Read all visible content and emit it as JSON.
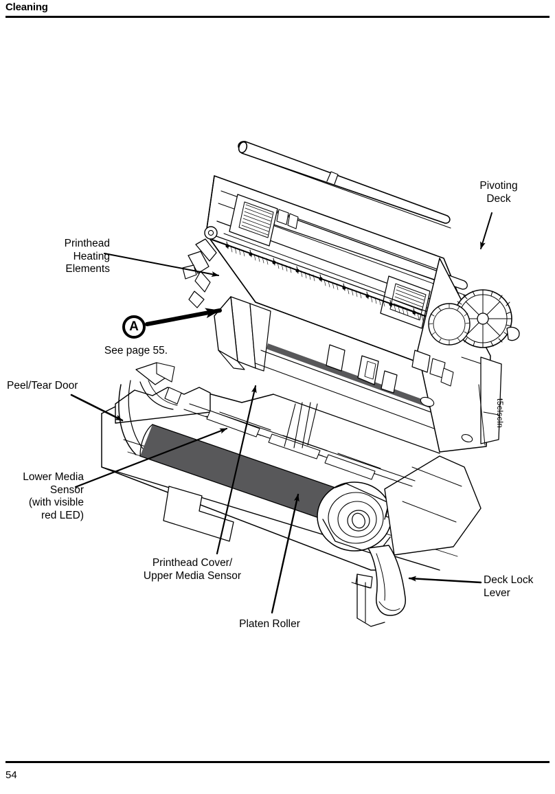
{
  "header": {
    "title": "Cleaning"
  },
  "footer": {
    "page_number": "54"
  },
  "figure": {
    "figure_id": "t5clscln",
    "marker": {
      "letter": "A",
      "caption": "See page 55."
    },
    "callouts": [
      {
        "id": "printhead-heating-elements",
        "text": "Printhead\nHeating\nElements",
        "align": "right"
      },
      {
        "id": "pivoting-deck",
        "text": "Pivoting\nDeck",
        "align": "center"
      },
      {
        "id": "peel-tear-door",
        "text": "Peel/Tear Door",
        "align": "left"
      },
      {
        "id": "lower-media-sensor",
        "text": "Lower Media\nSensor\n(with visible\nred LED)",
        "align": "right"
      },
      {
        "id": "printhead-cover-upper-media-sensor",
        "text": "Printhead Cover/\nUpper Media Sensor",
        "align": "center"
      },
      {
        "id": "platen-roller",
        "text": "Platen Roller",
        "align": "center"
      },
      {
        "id": "deck-lock-lever",
        "text": "Deck Lock\nLever",
        "align": "left"
      }
    ]
  },
  "colors": {
    "ink": "#000000",
    "paper": "#ffffff",
    "platen_roller_fill": "#58585a",
    "light_shade": "#e8e8e8"
  }
}
